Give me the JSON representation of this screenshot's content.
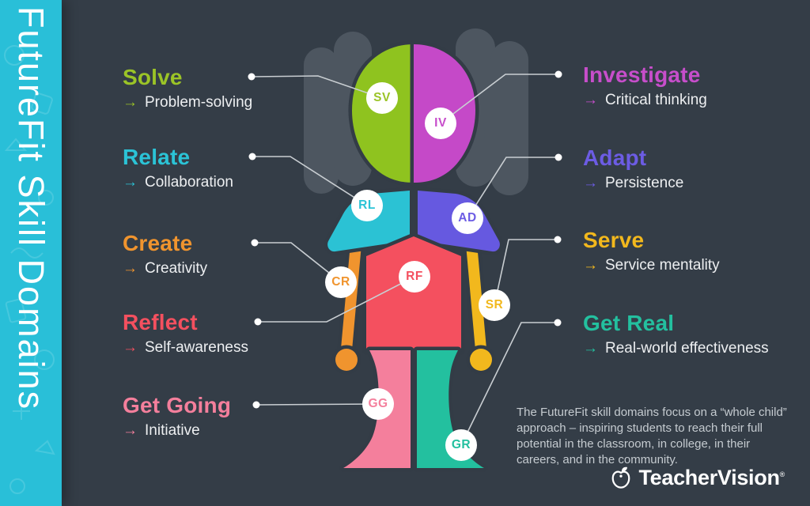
{
  "page": {
    "bg": "#343d47",
    "outline_color": "#333c46",
    "leader_line_color": "#c9ced2",
    "pigtail_color": "#4d5660",
    "badge_bg": "#ffffff",
    "subtitle_color": "#edeff1"
  },
  "sidebar": {
    "title": "FutureFit Skill Domains",
    "bg": "#29bfd8",
    "text_color": "#ffffff"
  },
  "ui": {
    "arrow": "→"
  },
  "domains": [
    {
      "code": "SV",
      "name": "Solve",
      "skill": "Problem-solving",
      "color": "#9bc427"
    },
    {
      "code": "RL",
      "name": "Relate",
      "skill": "Collaboration",
      "color": "#2bc3d6"
    },
    {
      "code": "CR",
      "name": "Create",
      "skill": "Creativity",
      "color": "#f0942e"
    },
    {
      "code": "RF",
      "name": "Reflect",
      "skill": "Self-awareness",
      "color": "#f4505f"
    },
    {
      "code": "GG",
      "name": "Get Going",
      "skill": "Initiative",
      "color": "#f47f9c"
    },
    {
      "code": "IV",
      "name": "Investigate",
      "skill": "Critical thinking",
      "color": "#c74ecb"
    },
    {
      "code": "AD",
      "name": "Adapt",
      "skill": "Persistence",
      "color": "#6c5ce4"
    },
    {
      "code": "SR",
      "name": "Serve",
      "skill": "Service mentality",
      "color": "#f2b81d"
    },
    {
      "code": "GR",
      "name": "Get Real",
      "skill": "Real-world effectiveness",
      "color": "#23c09f"
    }
  ],
  "figure": {
    "head_left": "#8fc31f",
    "head_right": "#c549c8",
    "shoulder_left": "#2bc2d4",
    "shoulder_right": "#6659e0",
    "arm_left": "#f0942e",
    "arm_right": "#f2b81d",
    "chest": "#f4505f",
    "leg_left": "#f47f9c",
    "leg_right": "#23c09f"
  },
  "footer": {
    "note": "The FutureFit skill domains focus on a “whole child” approach – inspiring students to reach their full potential in the classroom, in college, in their careers, and in the community.",
    "brand": "TeacherVision",
    "reg": "®"
  }
}
